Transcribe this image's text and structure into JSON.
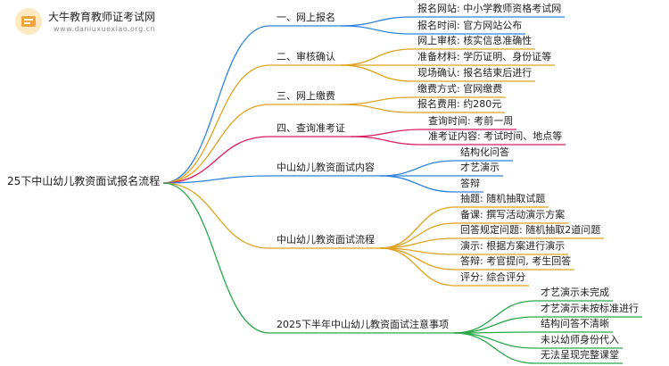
{
  "header": {
    "site_name": "大牛教育教师证考试网",
    "site_url": "www.daniuxuexiao.org.cn"
  },
  "mindmap": {
    "root": "25下中山幼儿教资面试报名流程",
    "branches": [
      {
        "label": "一、网上报名",
        "color": "#2f84e0",
        "children": [
          "报名网站: 中小学教师资格考试网",
          "报名时间: 官方网站公布"
        ]
      },
      {
        "label": "二、审核确认",
        "color": "#e0a21f",
        "children": [
          "网上审核: 核实信息准确性",
          "准备材料: 学历证明、身份证等",
          "现场确认: 报名结束后进行"
        ]
      },
      {
        "label": "三、网上缴费",
        "color": "#e0a21f",
        "children": [
          "缴费方式: 官网缴费",
          "报名费用: 约280元"
        ]
      },
      {
        "label": "四、查询准考证",
        "color": "#d81b60",
        "children": [
          "查询时间: 考前一周",
          "准考证内容: 考试时间、地点等"
        ]
      },
      {
        "label": "中山幼儿教资面试内容",
        "color": "#2f84e0",
        "children": [
          "结构化问答",
          "才艺演示",
          "答辩"
        ]
      },
      {
        "label": "中山幼儿教资面试流程",
        "color": "#e0a21f",
        "children": [
          "抽题: 随机抽取试题",
          "备课: 撰写活动演示方案",
          "回答规定问题: 随机抽取2道问题",
          "演示: 根据方案进行演示",
          "答辩: 考官提问, 考生回答",
          "评分: 综合评分"
        ]
      },
      {
        "label": "2025下半年中山幼儿教资面试注意事项",
        "color": "#2aa84a",
        "children": [
          "才艺演示未完成",
          "才艺演示未按标准进行",
          "结构问答不清晰",
          "未以幼师身份代入",
          "无法呈现完整课堂"
        ]
      }
    ]
  }
}
